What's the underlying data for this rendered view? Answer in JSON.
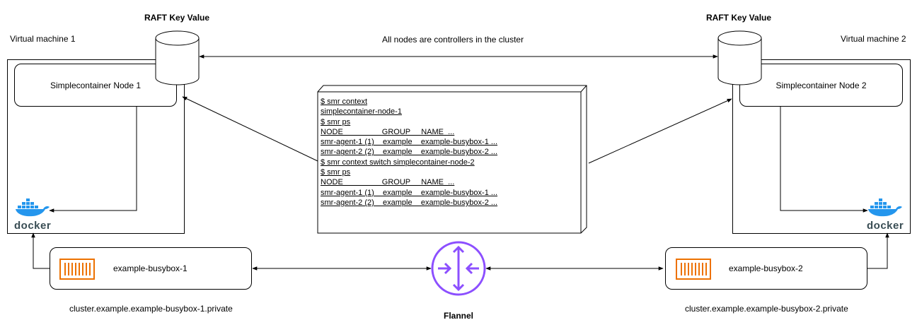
{
  "vm1": {
    "title": "Virtual machine 1",
    "node_label": "Simplecontainer Node 1"
  },
  "vm2": {
    "title": "Virtual machine 2",
    "node_label": "Simplecontainer Node 2"
  },
  "raft_left": {
    "title": "RAFT Key Value"
  },
  "raft_right": {
    "title": "RAFT Key Value"
  },
  "cluster_note": "All nodes are controllers in the cluster",
  "terminal_lines": [
    "$ smr context",
    "simplecontainer-node-1",
    "$ smr ps",
    "NODE                  GROUP     NAME  ...",
    "smr-agent-1 (1)    example    example-busybox-1 ...",
    "smr-agent-2 (2)    example    example-busybox-2 ...",
    "$ smr context switch simplecontainer-node-2",
    "$ smr ps",
    "NODE                  GROUP     NAME  ...",
    "smr-agent-1 (1)    example    example-busybox-1 ...",
    "smr-agent-2 (2)    example    example-busybox-2 ..."
  ],
  "container_left": {
    "name": "example-busybox-1",
    "dns": "cluster.example.example-busybox-1.private"
  },
  "container_right": {
    "name": "example-busybox-2",
    "dns": "cluster.example.example-busybox-2.private"
  },
  "flannel": {
    "label": "Flannel"
  },
  "docker_left": {
    "logo_text": "docker"
  },
  "docker_right": {
    "logo_text": "docker"
  },
  "icons": {
    "database": "cylinder-icon",
    "docker": "docker-whale-icon",
    "container": "container-icon",
    "router": "router-icon"
  },
  "colors": {
    "docker_blue": "#2496ed",
    "container_orange": "#ed7100",
    "flannel_purple": "#8c4fff"
  }
}
